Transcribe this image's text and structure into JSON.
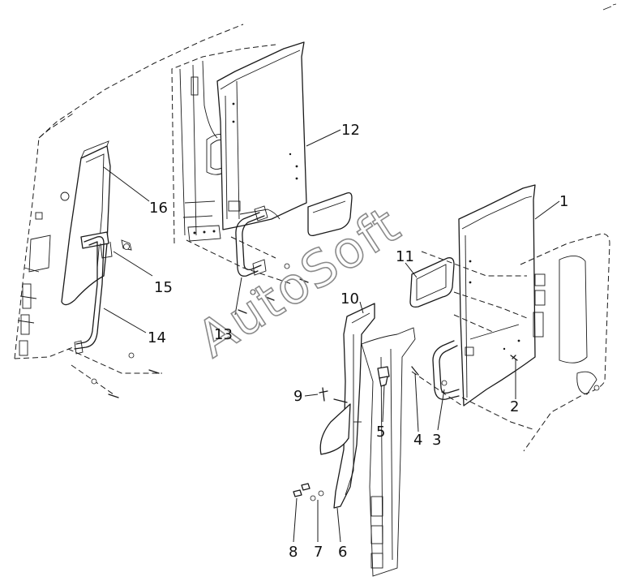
{
  "watermark": "AutoSoft",
  "callouts": [
    "1",
    "2",
    "3",
    "4",
    "5",
    "6",
    "7",
    "8",
    "9",
    "10",
    "11",
    "12",
    "13",
    "14",
    "15",
    "16"
  ],
  "colors": {
    "line": "#1a1a1a",
    "background": "#ffffff",
    "watermark": "#8a8a8a"
  }
}
